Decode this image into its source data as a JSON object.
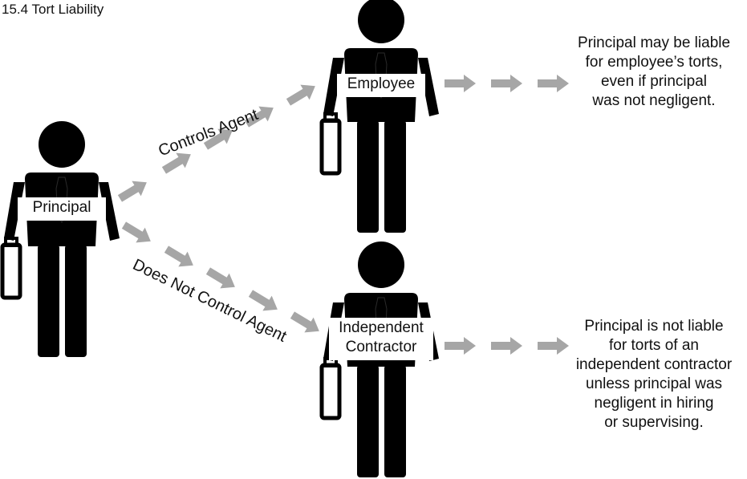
{
  "title": "15.4 Tort Liability",
  "nodes": {
    "principal": {
      "label": "Principal"
    },
    "employee": {
      "label": "Employee"
    },
    "contractor": {
      "label_lines": [
        "Independent",
        "Contractor"
      ]
    }
  },
  "edges": {
    "controls": {
      "label": "Controls Agent"
    },
    "does_not_control": {
      "label": "Does Not Control Agent"
    }
  },
  "descriptions": {
    "employee": [
      "Principal may be liable",
      "for employee’s torts,",
      "even if principal",
      "was not negligent."
    ],
    "contractor": [
      "Principal is not liable",
      "for torts of an",
      "independent contractor",
      "unless principal was",
      "negligent in hiring",
      "or supervising."
    ]
  },
  "colors": {
    "figure": "#000000",
    "arrow": "#a6a6a6",
    "text": "#111111"
  }
}
